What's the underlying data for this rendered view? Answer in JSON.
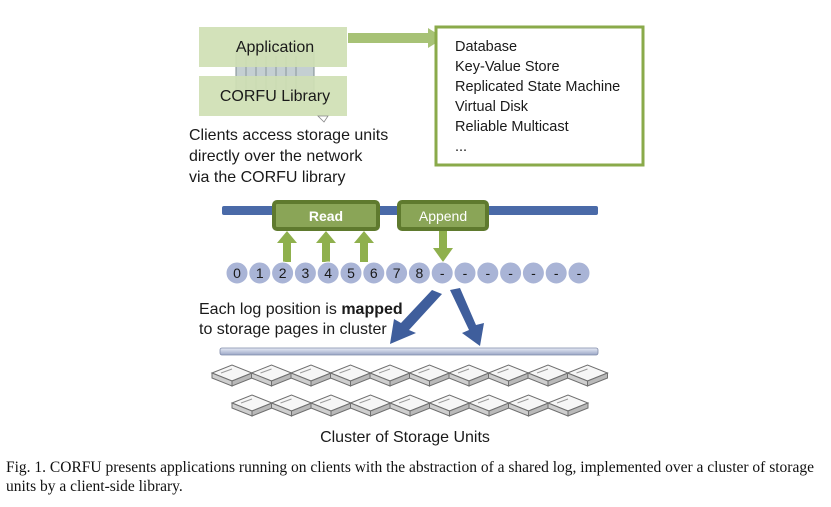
{
  "client": {
    "application_label": "Application",
    "library_label": "CORFU Library",
    "description_lines": [
      "Clients access storage units",
      "directly over the network",
      "via the CORFU library"
    ]
  },
  "use_cases": [
    "Database",
    "Key-Value Store",
    "Replicated State Machine",
    "Virtual Disk",
    "Reliable Multicast",
    "..."
  ],
  "operations": {
    "read_label": "Read",
    "append_label": "Append"
  },
  "log_positions": [
    "0",
    "1",
    "2",
    "3",
    "4",
    "5",
    "6",
    "7",
    "8",
    "-",
    "-",
    "-",
    "-",
    "-",
    "-",
    "-"
  ],
  "mapping_note": {
    "line1_prefix": "Each log position is ",
    "line1_bold": "mapped",
    "line2": "to storage pages in cluster"
  },
  "cluster_label": "Cluster of Storage Units",
  "caption": "Fig. 1.   CORFU presents applications running on clients with the abstraction of a shared log, implemented over a cluster of storage units by a client-side library.",
  "colors": {
    "green_box": "#cfe0b4",
    "green_dark": "#7e9e3a",
    "network_bar": "#4a6aa8",
    "log_circle": "#a9b4d6"
  }
}
